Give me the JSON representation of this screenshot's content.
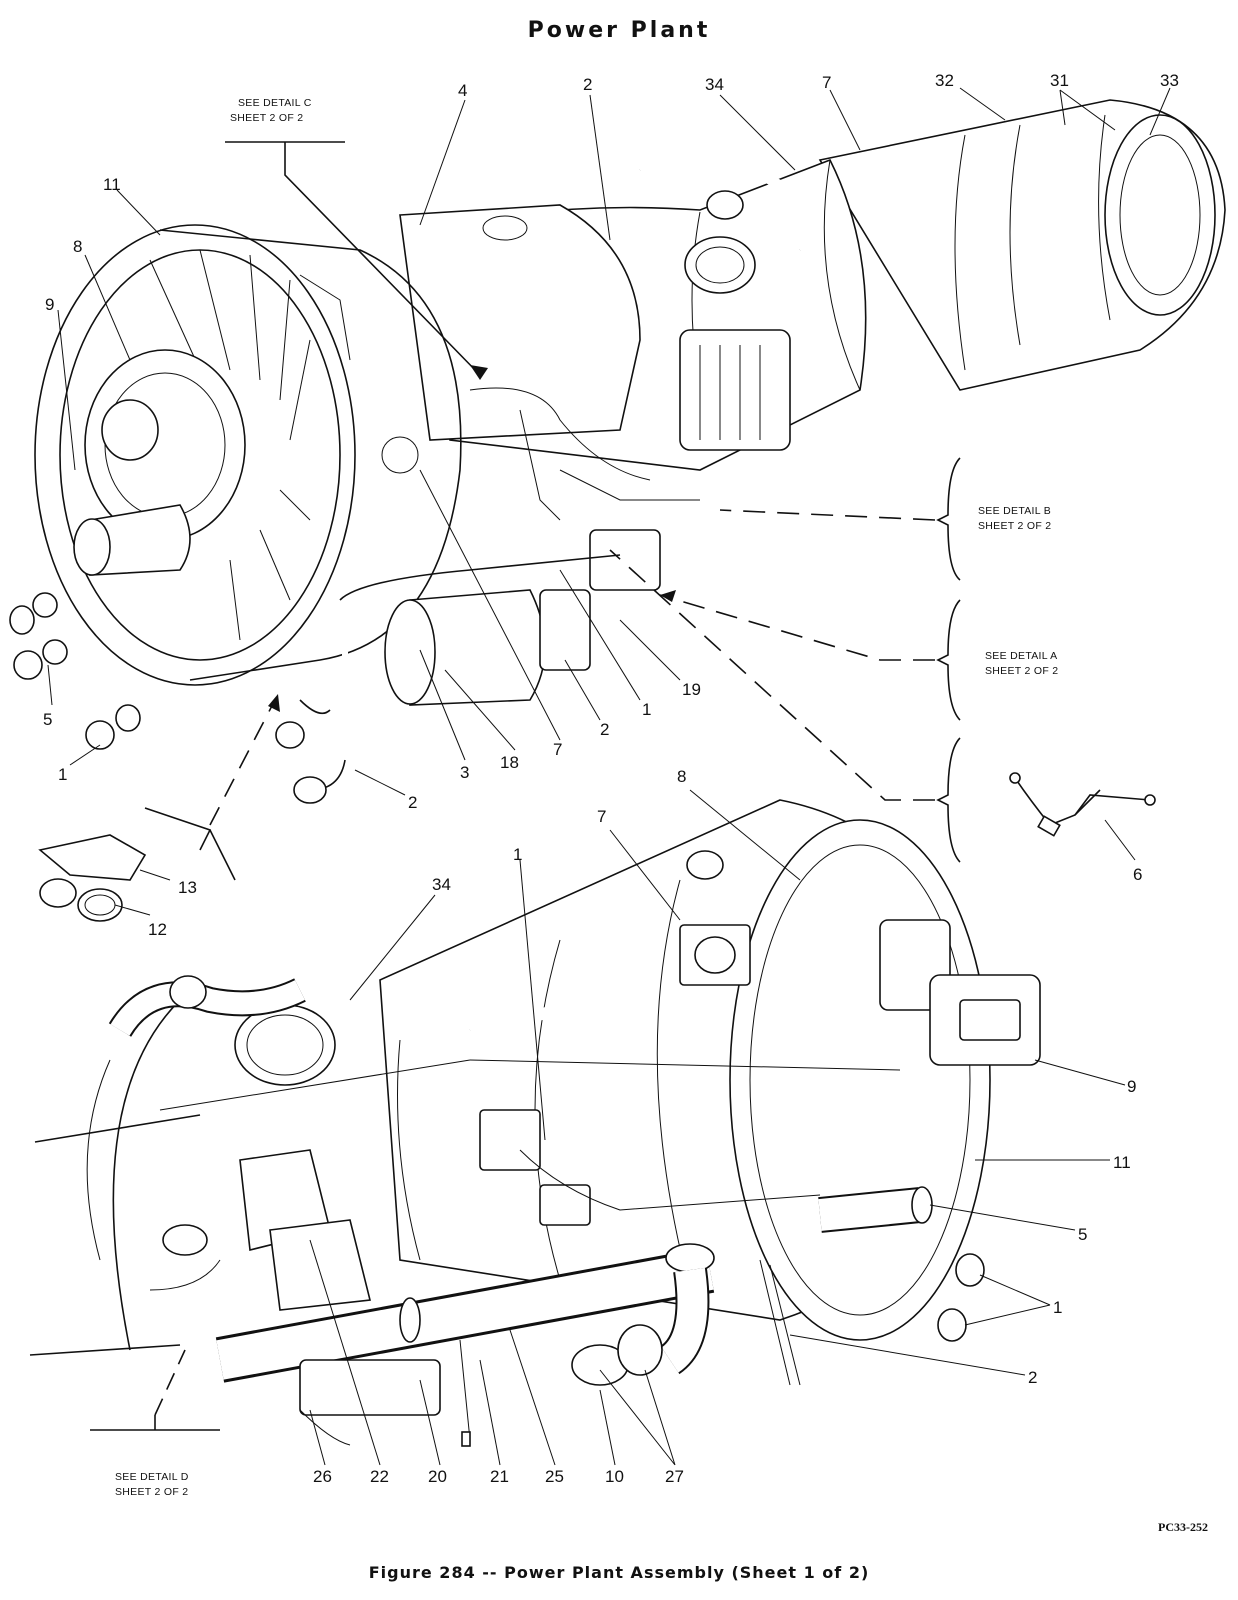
{
  "title": "Power Plant",
  "caption": "Figure 284 -- Power Plant Assembly (Sheet 1 of 2)",
  "code": "PC33-252",
  "details": {
    "c": [
      "SEE DETAIL C",
      "SHEET 2 OF 2"
    ],
    "b": [
      "SEE DETAIL B",
      "SHEET 2 OF 2"
    ],
    "a": [
      "SEE DETAIL A",
      "SHEET 2 OF 2"
    ],
    "d": [
      "SEE DETAIL D",
      "SHEET 2 OF 2"
    ]
  },
  "callouts": {
    "top": [
      "4",
      "2",
      "34",
      "7",
      "32",
      "31",
      "33",
      "11",
      "8",
      "9",
      "5",
      "1",
      "2",
      "3",
      "18",
      "7",
      "2",
      "1",
      "19"
    ],
    "small": [
      "13",
      "12",
      "6"
    ],
    "bottom": [
      "8",
      "7",
      "1",
      "34",
      "9",
      "11",
      "5",
      "1",
      "2",
      "26",
      "22",
      "20",
      "21",
      "25",
      "10",
      "27"
    ]
  }
}
